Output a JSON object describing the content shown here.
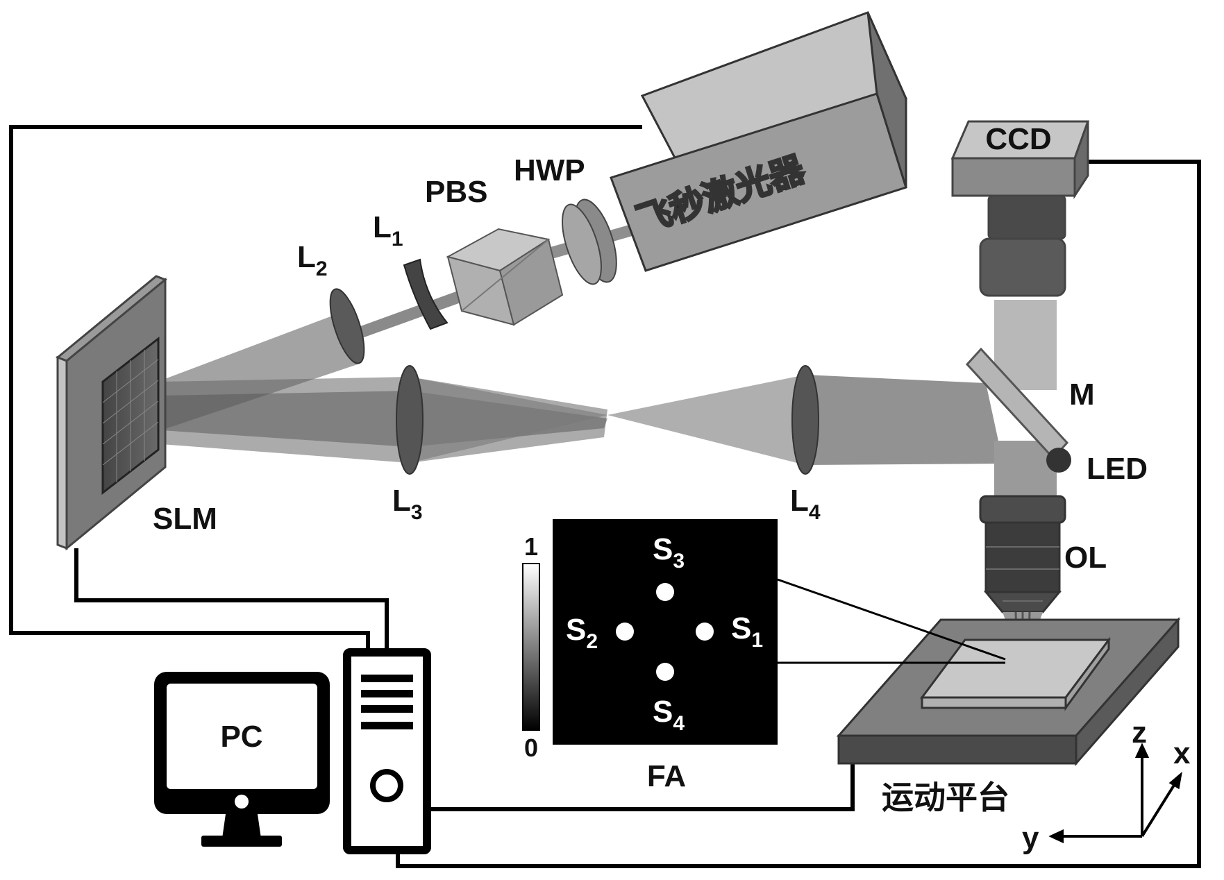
{
  "labels": {
    "laser": "飞秒激光器",
    "hwp": "HWP",
    "pbs": "PBS",
    "l1": {
      "main": "L",
      "sub": "1"
    },
    "l2": {
      "main": "L",
      "sub": "2"
    },
    "l3": {
      "main": "L",
      "sub": "3"
    },
    "l4": {
      "main": "L",
      "sub": "4"
    },
    "slm": "SLM",
    "ccd": "CCD",
    "mirror": "M",
    "led": "LED",
    "objective": "OL",
    "pc": "PC",
    "stage": "运动平台",
    "fa": "FA"
  },
  "focal_array": {
    "colorbar_max": "1",
    "colorbar_min": "0",
    "spots": [
      {
        "main": "S",
        "sub": "1"
      },
      {
        "main": "S",
        "sub": "2"
      },
      {
        "main": "S",
        "sub": "3"
      },
      {
        "main": "S",
        "sub": "4"
      }
    ]
  },
  "axes": {
    "z": "z",
    "x": "x",
    "y": "y"
  }
}
